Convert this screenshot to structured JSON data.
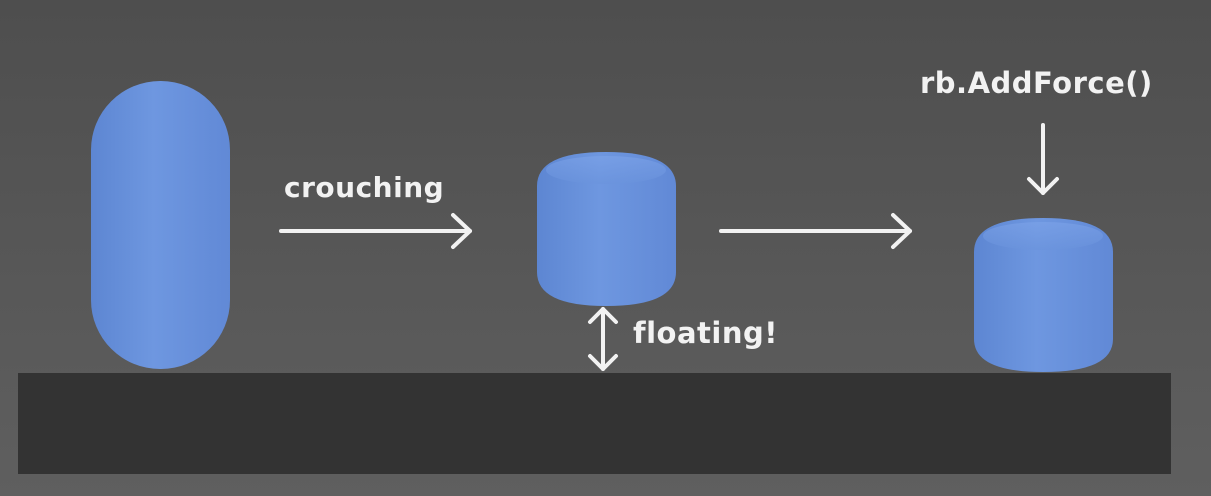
{
  "labels": {
    "crouching": "crouching",
    "floating": "floating!",
    "force": "rb.AddForce()"
  },
  "colors": {
    "background_top": "#4f4f4f",
    "background_bottom": "#5e5e5e",
    "ground": "#333333",
    "capsule": "#6a93dc",
    "capsule_highlight": "#82a8ea",
    "capsule_shadow": "#5b82cc",
    "arrow": "#f2f2f2",
    "text": "#f2f2f2"
  },
  "icons": [
    "right-arrow-icon",
    "double-arrow-icon",
    "down-arrow-icon"
  ]
}
